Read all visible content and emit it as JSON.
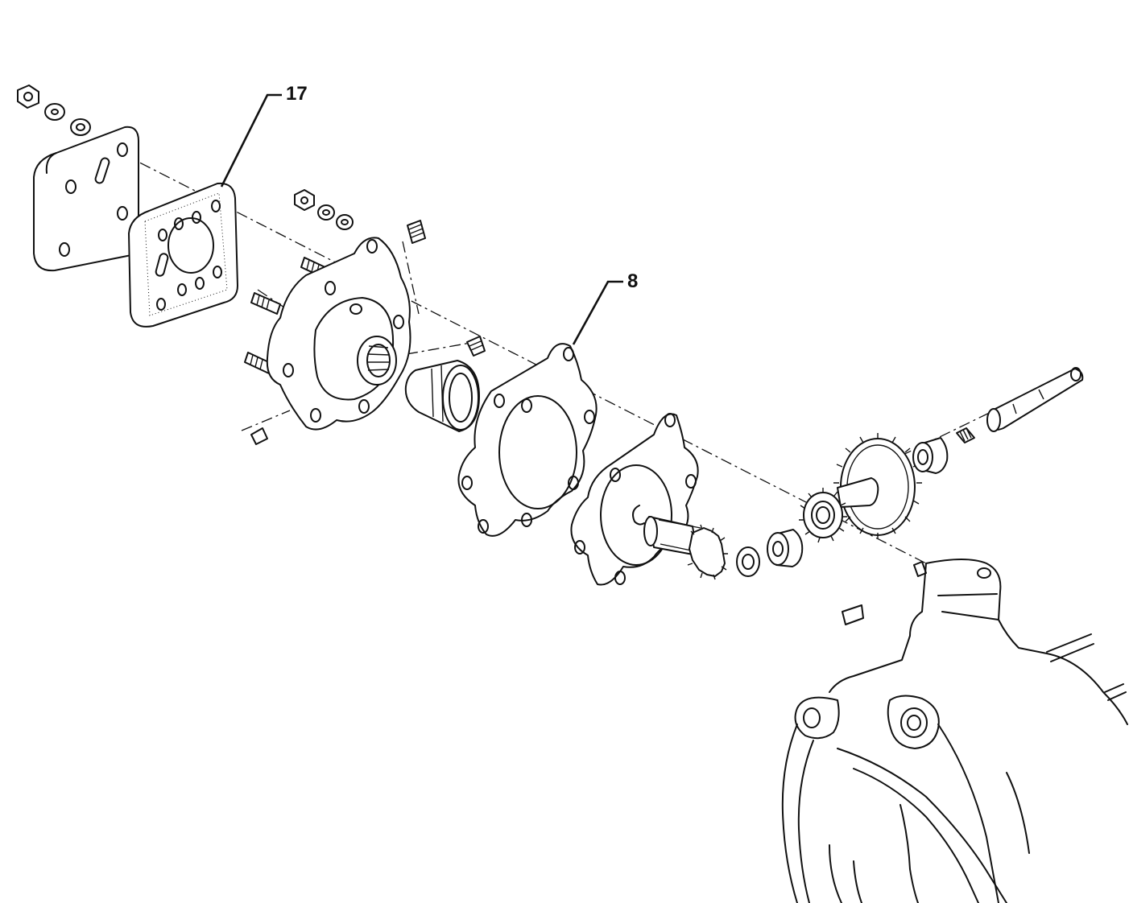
{
  "callouts": [
    {
      "id": "part-17",
      "label": "17"
    },
    {
      "id": "part-8",
      "label": "8"
    }
  ],
  "colors": {
    "line": "#111111",
    "background": "#ffffff"
  }
}
